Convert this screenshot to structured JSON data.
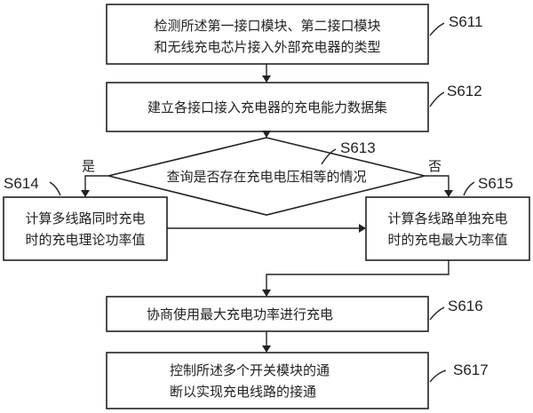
{
  "steps": {
    "s611": {
      "id": "S611",
      "lines": [
        "检测所述第一接口模块、第二接口模块",
        "和无线充电芯片接入外部充电器的类型"
      ]
    },
    "s612": {
      "id": "S612",
      "lines": [
        "建立各接口接入充电器的充电能力数据集"
      ]
    },
    "s613": {
      "id": "S613",
      "lines": [
        "查询是否存在充电电压相等的情况"
      ],
      "yes": "是",
      "no": "否"
    },
    "s614": {
      "id": "S614",
      "lines": [
        "计算多线路同时充电",
        "时的充电理论功率值"
      ]
    },
    "s615": {
      "id": "S615",
      "lines": [
        "计算各线路单独充电",
        "时的充电最大功率值"
      ]
    },
    "s616": {
      "id": "S616",
      "lines": [
        "协商使用最大充电功率进行充电"
      ]
    },
    "s617": {
      "id": "S617",
      "lines": [
        "控制所述多个开关模块的通",
        "断以实现充电线路的接通"
      ]
    }
  }
}
